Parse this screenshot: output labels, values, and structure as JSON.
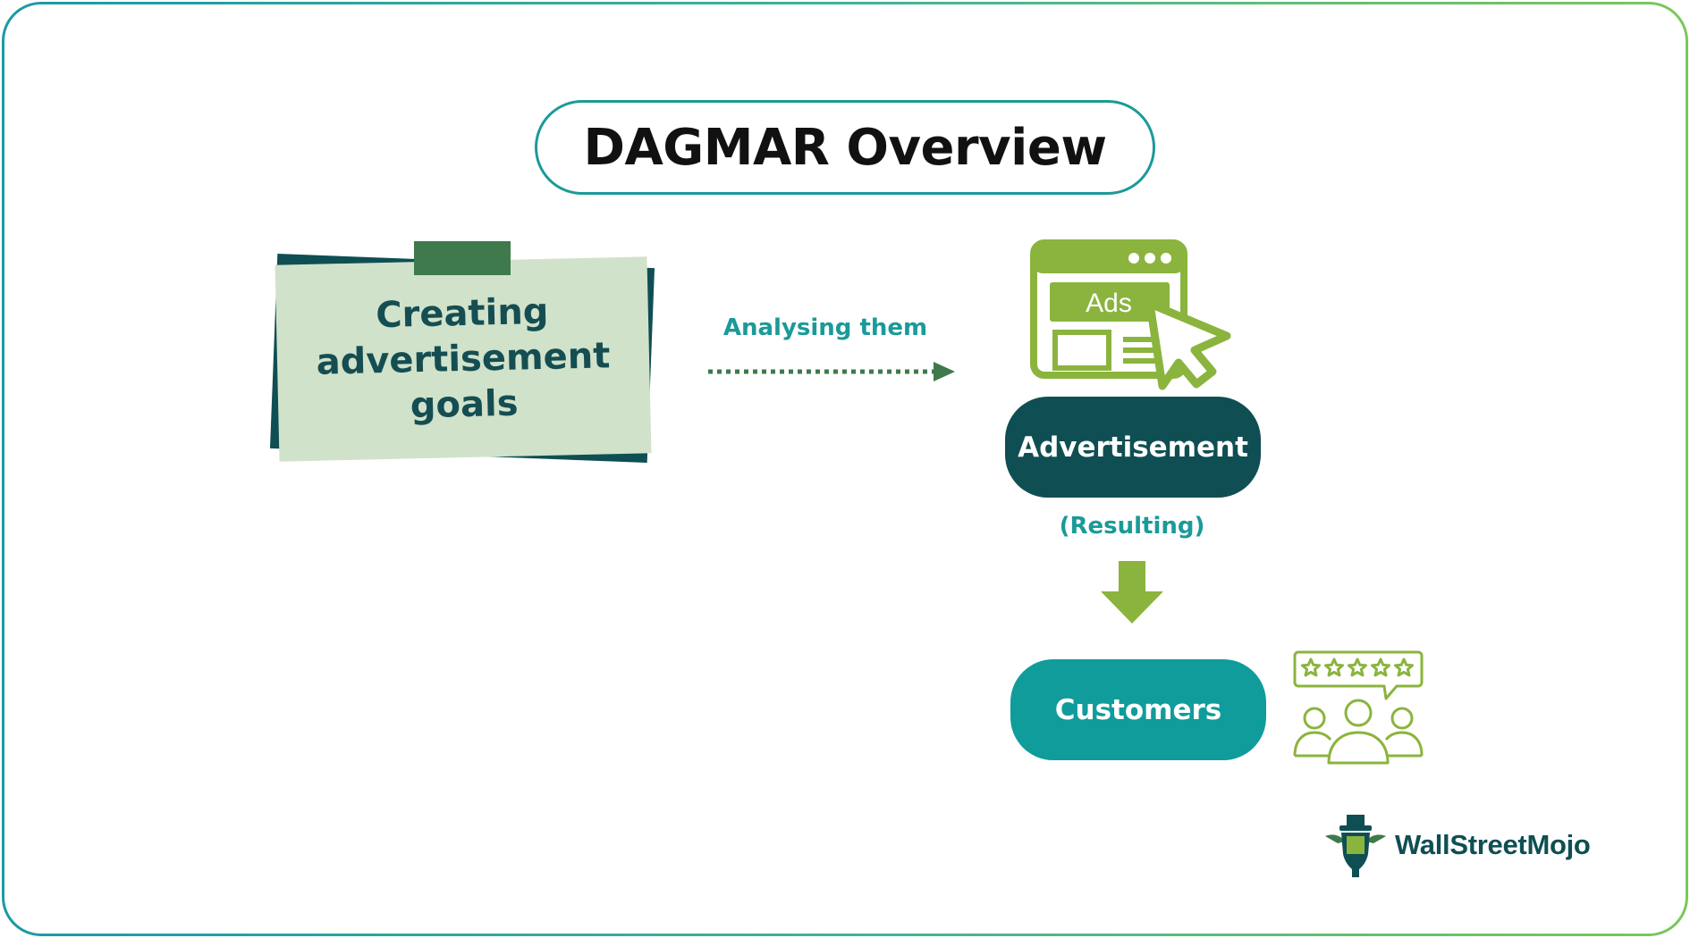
{
  "title": "DAGMAR Overview",
  "goal_card": {
    "text": "Creating advertisement goals"
  },
  "connector_label": "Analysing them",
  "ads_icon": {
    "badge_text": "Ads",
    "icon": "ads-browser-cursor-icon"
  },
  "advertisement_label": "Advertisement",
  "result_label": "(Resulting)",
  "customers_label": "Customers",
  "customers_icon": {
    "icon": "customer-review-group-icon",
    "stars": 5
  },
  "logo": {
    "text": "WallStreetMojo",
    "icon": "wallstreetmojo-logo-icon"
  },
  "colors": {
    "dark_teal": "#0f4f53",
    "teal": "#0f9c9b",
    "green": "#8bb43e",
    "card_bg": "#d1e2ca",
    "tape": "#3e7a4c",
    "accent_text": "#1b9a98"
  }
}
